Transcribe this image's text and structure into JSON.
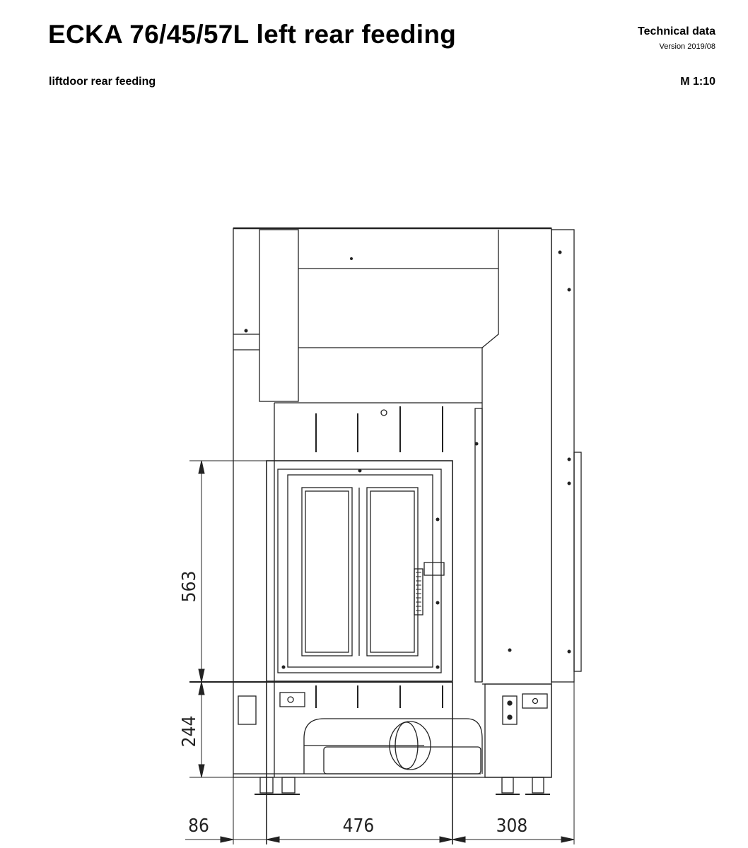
{
  "header": {
    "title": "ECKA 76/45/57L left rear feeding",
    "doc_type": "Technical data",
    "version": "Version 2019/08",
    "subtitle": "liftdoor rear feeding",
    "scale": "M 1:10"
  },
  "drawing": {
    "dimensions": {
      "door_height": "563",
      "base_height": "244",
      "left_offset": "86",
      "door_width": "476",
      "right_offset": "308"
    }
  }
}
